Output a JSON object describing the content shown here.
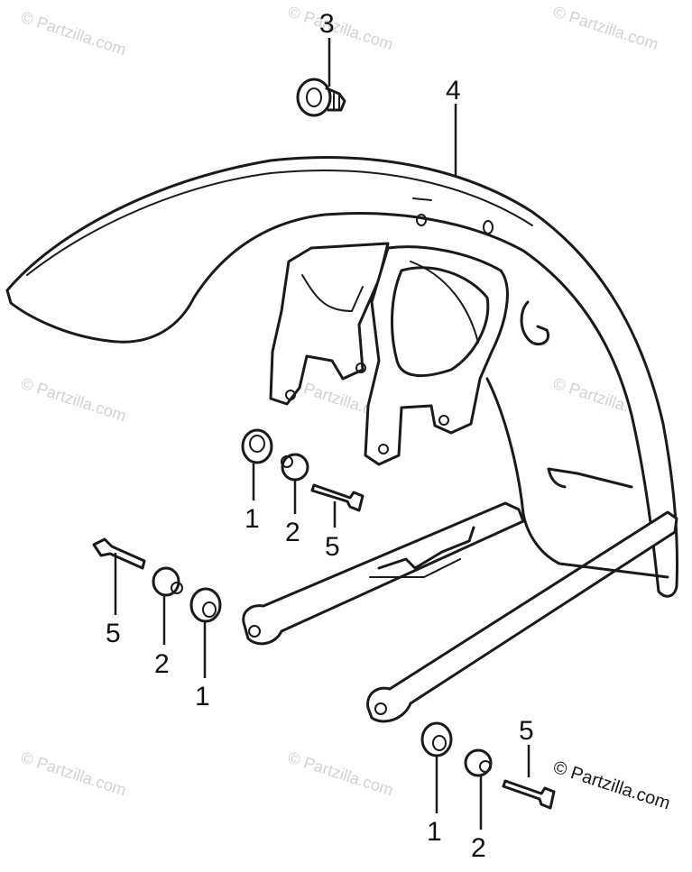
{
  "diagram": {
    "watermark_text": "© Partzilla.com",
    "copyright_text": "© Partzilla.com",
    "callouts": {
      "c3": "3",
      "c4": "4",
      "c1a": "1",
      "c2a": "2",
      "c5a": "5",
      "c5b": "5",
      "c2b": "2",
      "c1b": "1",
      "c1c": "1",
      "c2c": "2",
      "c5c": "5"
    }
  }
}
